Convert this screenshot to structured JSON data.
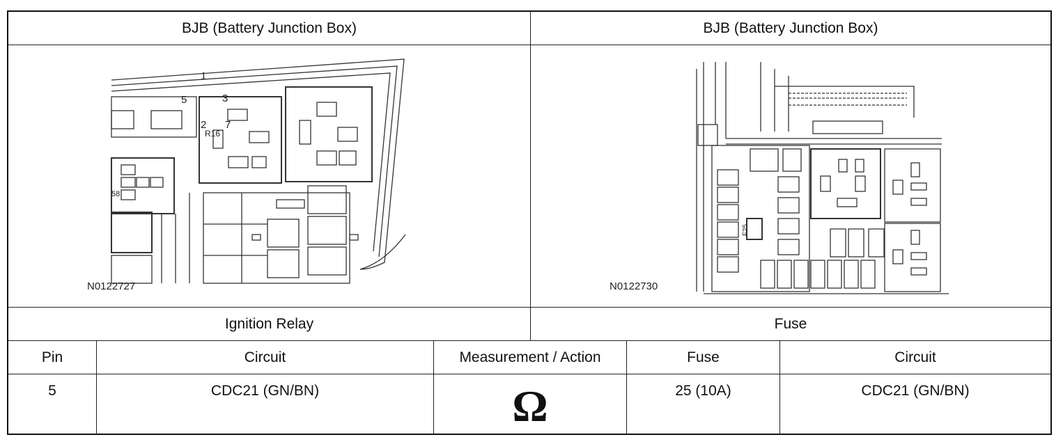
{
  "headers": {
    "left_title": "BJB (Battery Junction Box)",
    "right_title": "BJB (Battery Junction Box)"
  },
  "diagrams": {
    "left_code": "N0122727",
    "right_code": "N0122730",
    "left_labels": {
      "relay_pin_1": "1",
      "relay_pin_2": "2",
      "relay_pin_3": "3",
      "relay_pin_5": "5",
      "relay_pin_7": "7",
      "relay_id": "R16",
      "side_id": "58"
    },
    "right_labels": {
      "fuse_id": "F25"
    }
  },
  "sections": {
    "left": "Ignition Relay",
    "right": "Fuse"
  },
  "table": {
    "columns": [
      "Pin",
      "Circuit",
      "Measurement / Action",
      "Fuse",
      "Circuit"
    ],
    "row": {
      "pin": "5",
      "circuit_left": "CDC21 (GN/BN)",
      "measurement_symbol": "Ω",
      "fuse": "25 (10A)",
      "circuit_right": "CDC21 (GN/BN)"
    }
  }
}
